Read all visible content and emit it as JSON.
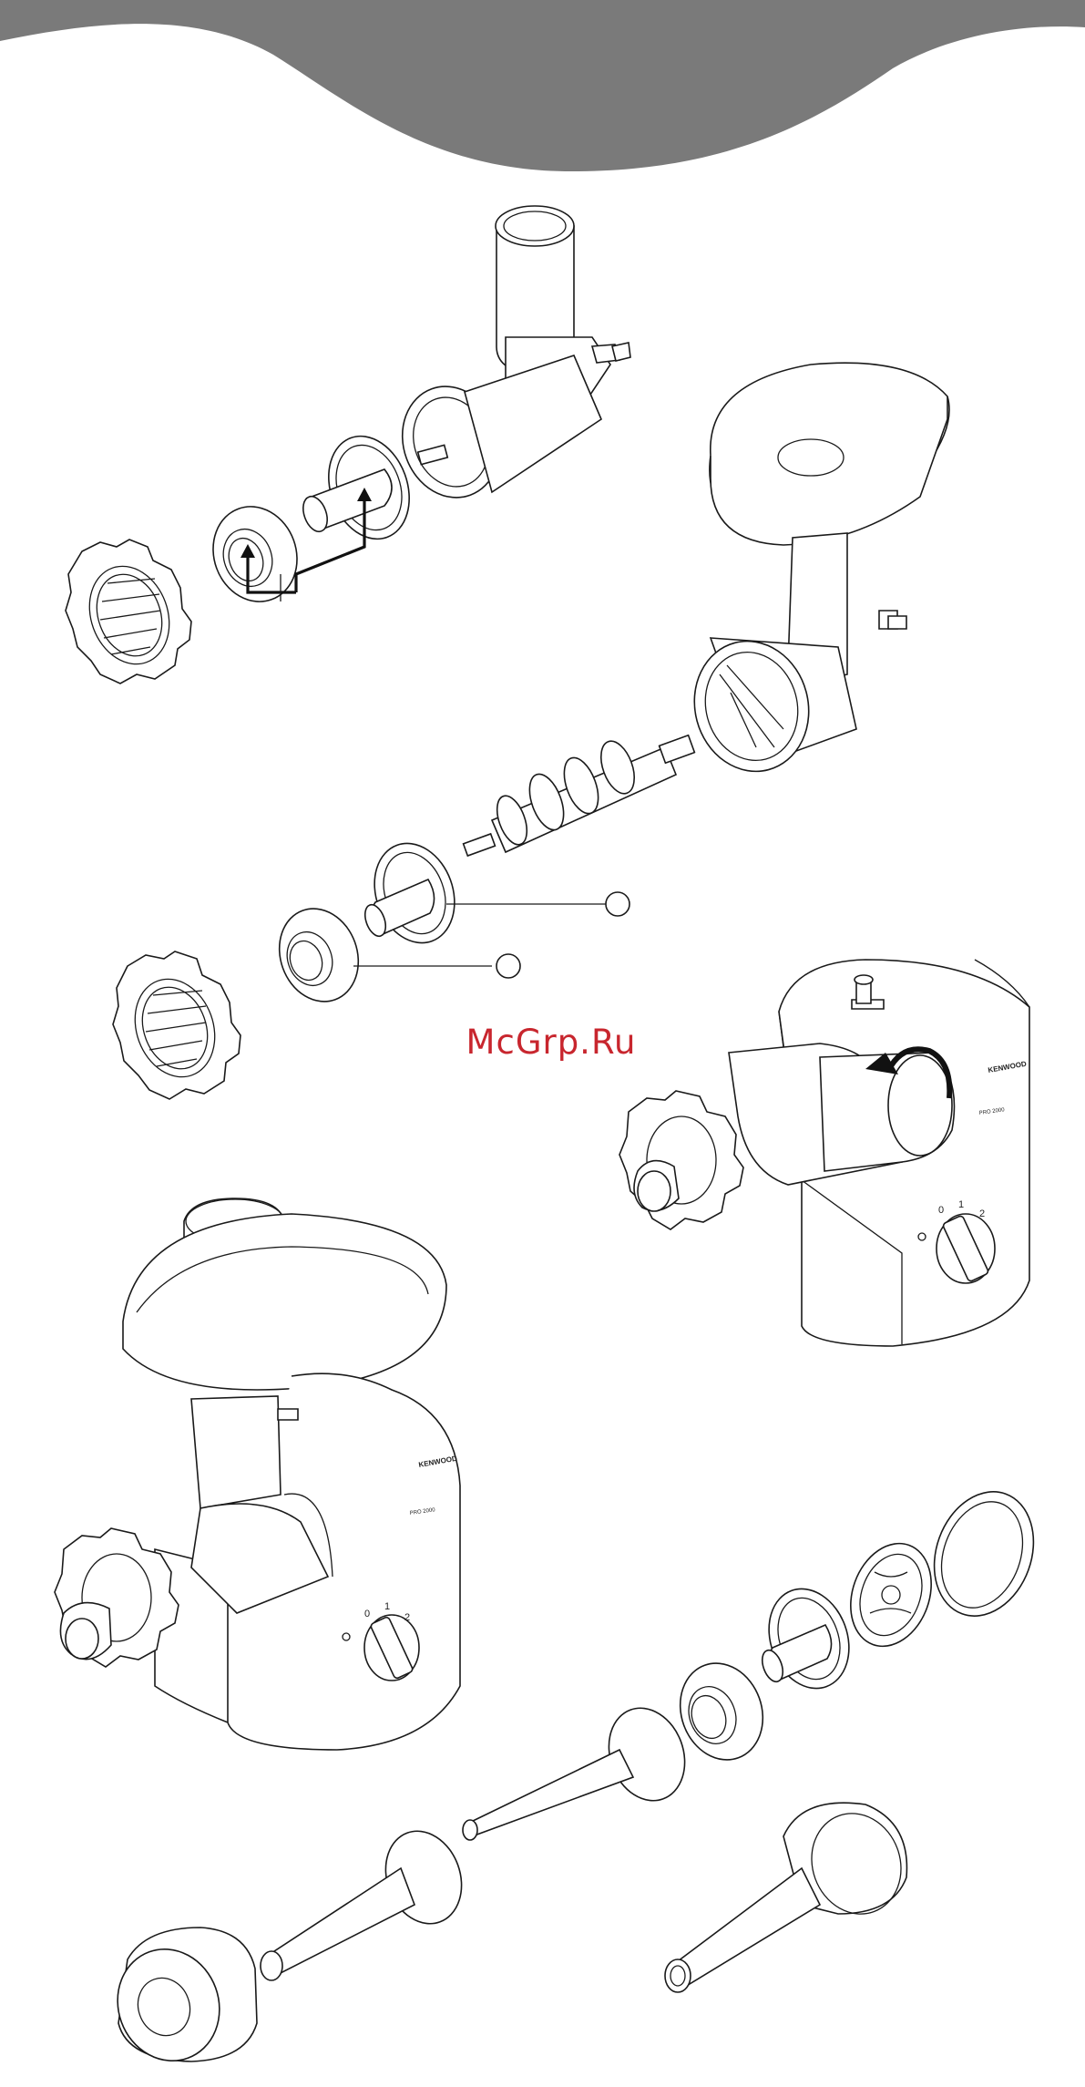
{
  "header": {
    "band_color": "#7a7a7a"
  },
  "watermark": {
    "text": "McGrp.Ru",
    "color": "#c8262e"
  },
  "appliance": {
    "brand": "KENWOOD",
    "model_badge": "PRO 2000",
    "dial_labels": [
      "0",
      "1",
      "2"
    ]
  }
}
